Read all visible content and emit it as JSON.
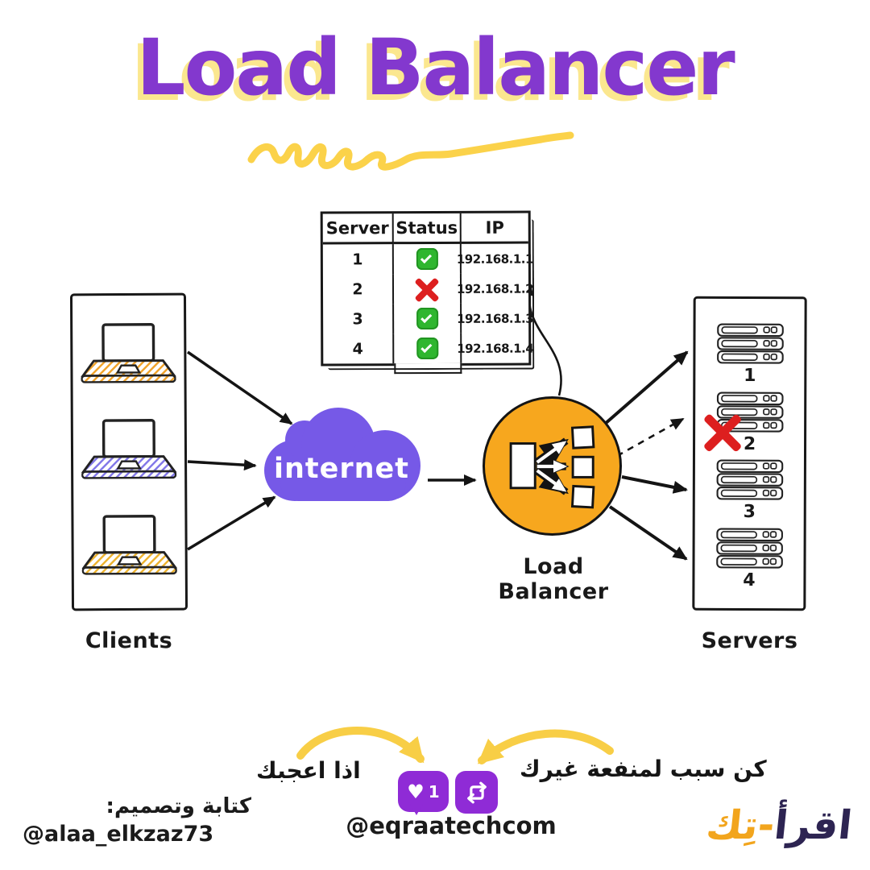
{
  "title": "Load Balancer",
  "table": {
    "headers": [
      "Server",
      "Status",
      "IP"
    ],
    "rows": [
      {
        "server": "1",
        "status": "up",
        "status_class": "status-icon up",
        "ip": "192.168.1.1"
      },
      {
        "server": "2",
        "status": "down",
        "status_class": "status-icon down",
        "ip": "192.168.1.2"
      },
      {
        "server": "3",
        "status": "up",
        "status_class": "status-icon up",
        "ip": "192.168.1.3"
      },
      {
        "server": "4",
        "status": "up",
        "status_class": "status-icon up",
        "ip": "192.168.1.4"
      }
    ]
  },
  "clients": {
    "label": "Clients"
  },
  "internet": {
    "label": "internet"
  },
  "load_balancer": {
    "label": "Load Balancer"
  },
  "servers": {
    "label": "Servers",
    "items": [
      {
        "id": "1",
        "status": "up"
      },
      {
        "id": "2",
        "status": "down"
      },
      {
        "id": "3",
        "status": "up"
      },
      {
        "id": "4",
        "status": "up"
      }
    ]
  },
  "footer": {
    "like_count": "1",
    "handle": "@eqraatechcom",
    "cta_left": "اذا اعجبك",
    "cta_right": "كن سبب لمنفعة غيرك",
    "credit_label": "كتابة وتصميم:",
    "credit_handle": "@alaa_elkzaz73",
    "logo_primary": "اقرأ",
    "logo_accent": "-تِك"
  },
  "colors": {
    "title_purple": "#8338CE",
    "title_shadow_yellow": "#FBE78F",
    "underline_yellow": "#FBD24A",
    "cloud_purple": "#7659E7",
    "balancer_orange": "#F7A71E",
    "status_green": "#2FB62F",
    "status_red": "#DD1F1F",
    "icon_purple": "#8F2BD6",
    "arrow_yellow": "#F8CE46",
    "logo_dark": "#2D2452",
    "logo_accent": "#F2A51D",
    "laptop_hatch_orange": "#F0A32B",
    "laptop_hatch_purple": "#8177E8"
  }
}
